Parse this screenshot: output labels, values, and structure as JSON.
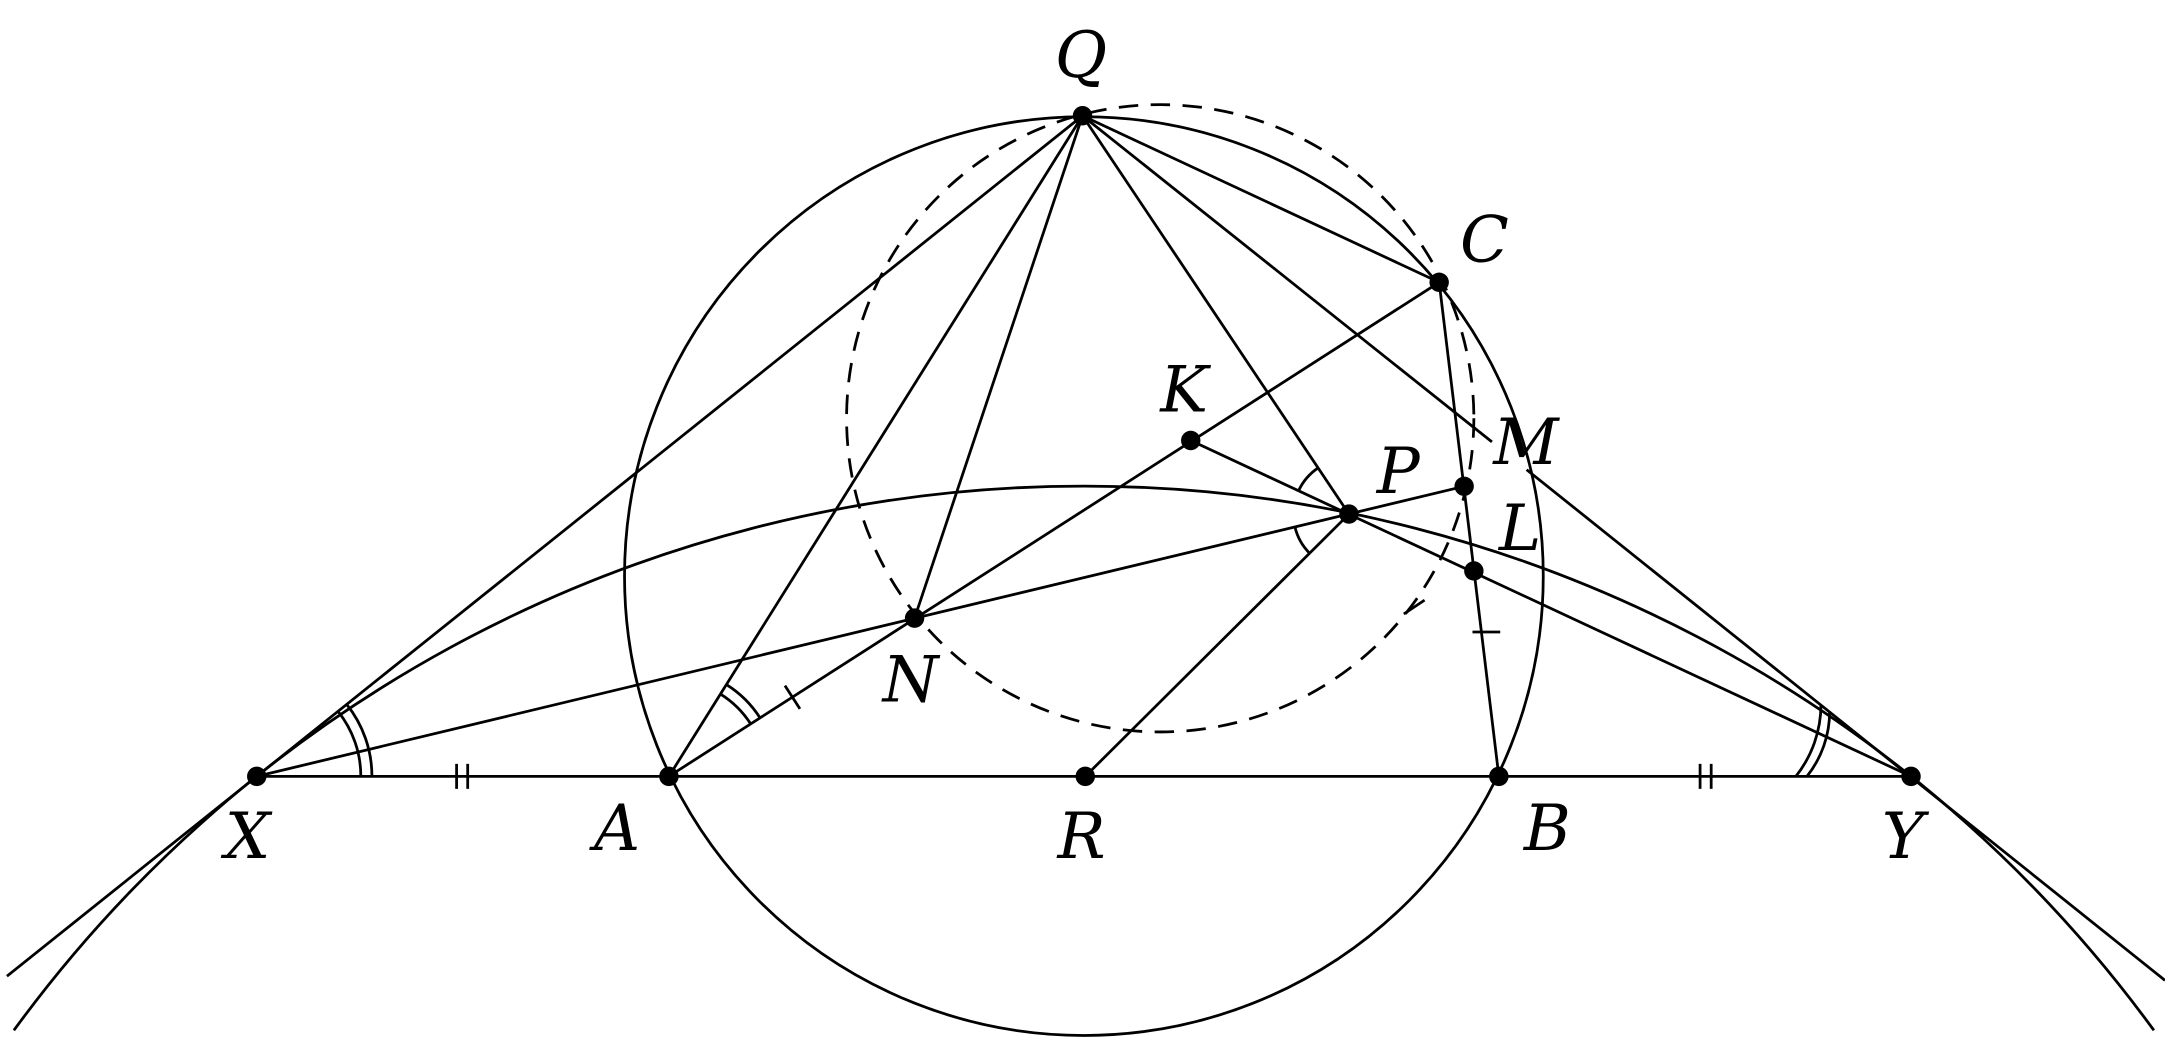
{
  "points": {
    "Q": "Q",
    "C": "C",
    "K": "K",
    "P": "P",
    "M": "M",
    "L": "L",
    "N": "N",
    "X": "X",
    "A": "A",
    "R": "R",
    "B": "B",
    "Y": "Y"
  }
}
